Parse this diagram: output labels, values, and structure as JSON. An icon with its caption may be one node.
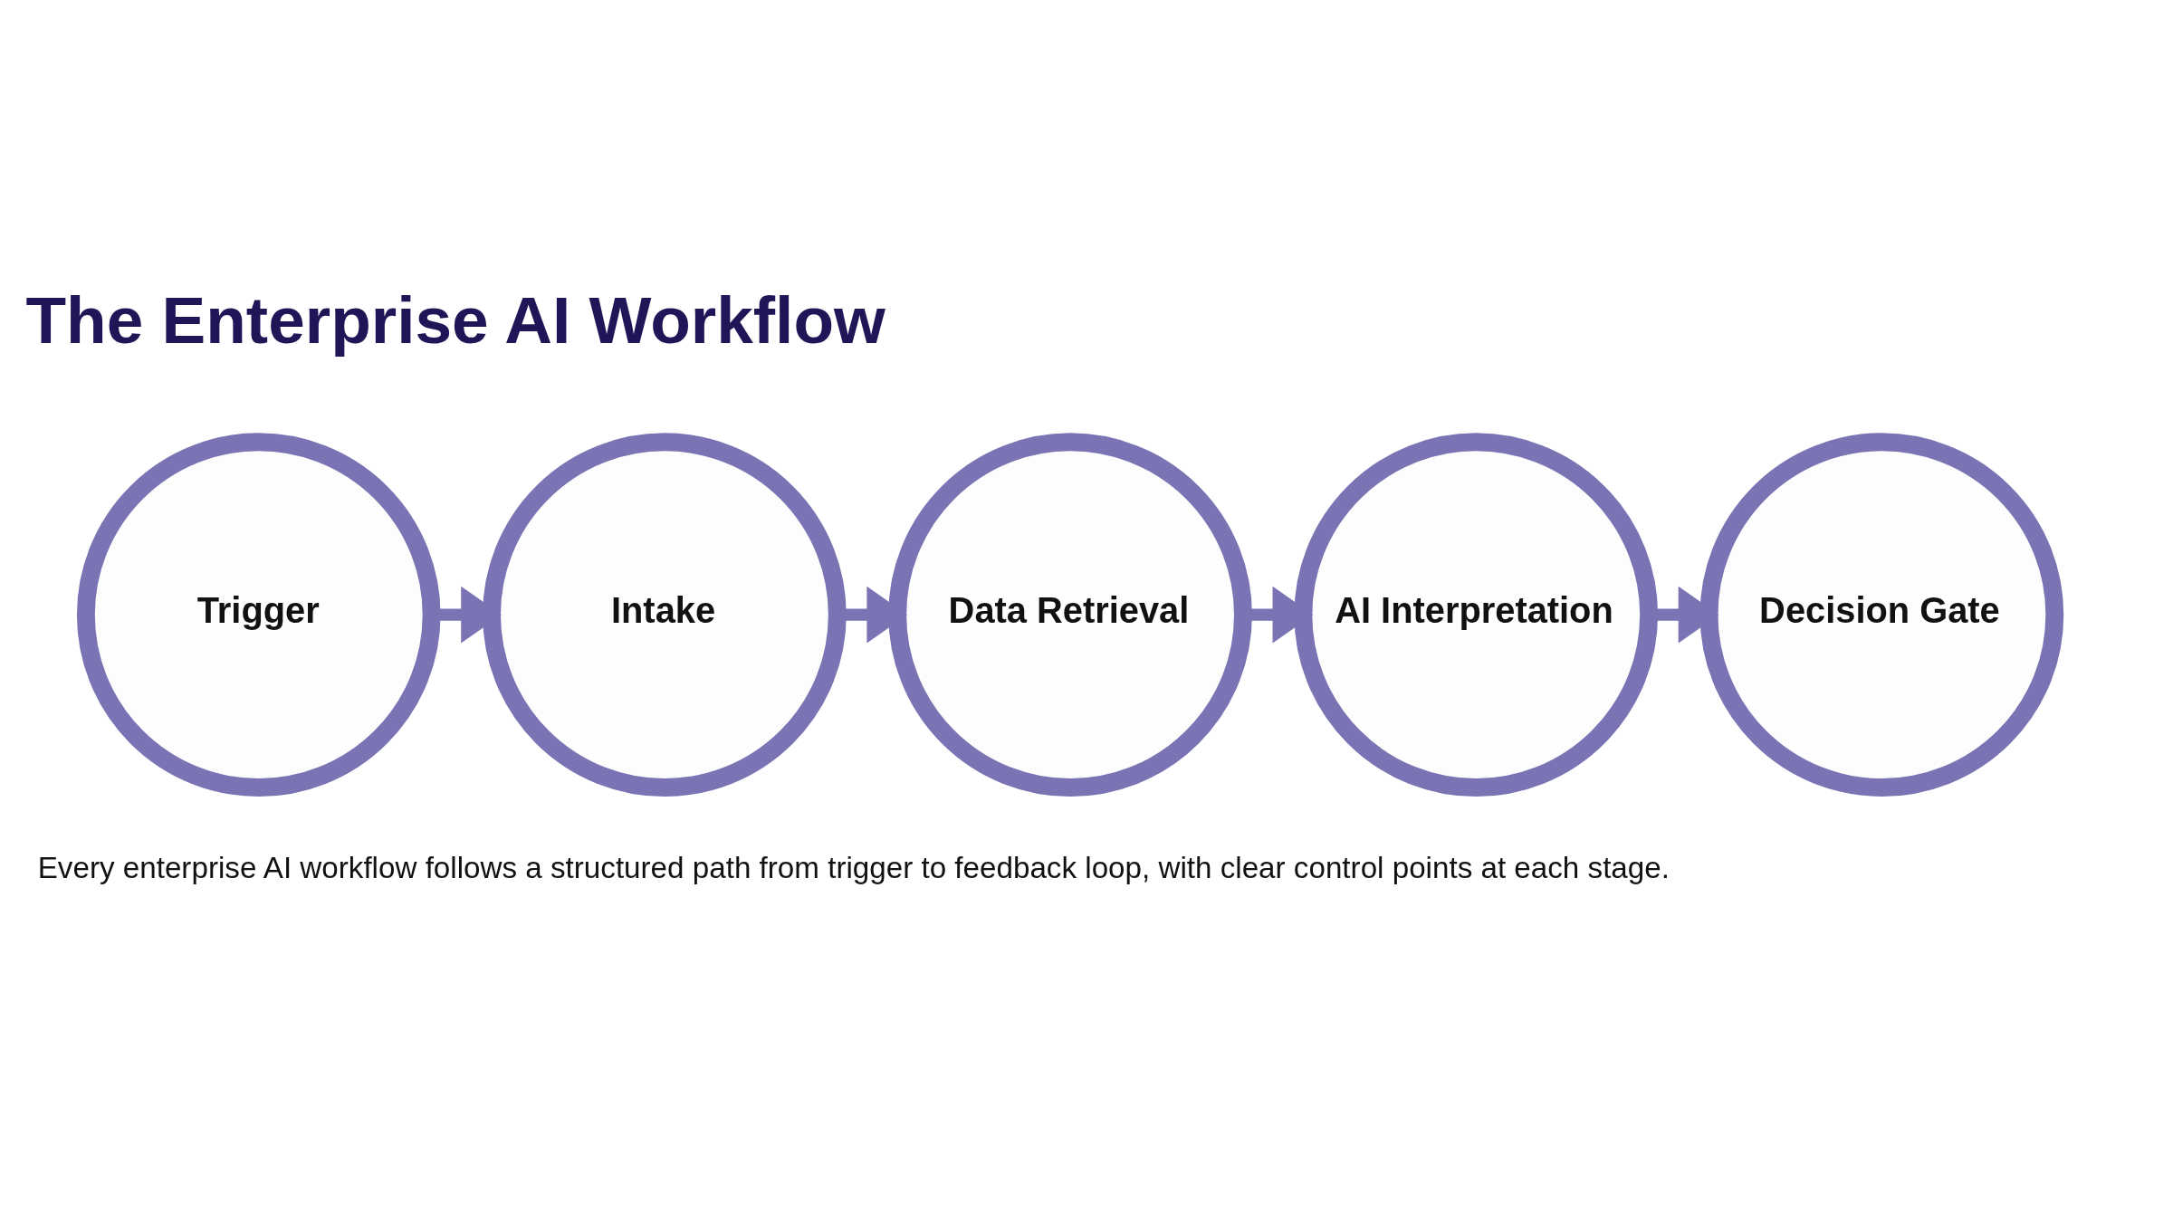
{
  "diagram": {
    "title": "The Enterprise AI Workflow",
    "caption": "Every enterprise AI workflow follows a structured path from trigger to feedback loop, with clear control points at each stage.",
    "nodes": [
      {
        "text": [
          "Trigger"
        ]
      },
      {
        "text": [
          "Intake"
        ]
      },
      {
        "text": [
          "Data Retrieval"
        ]
      },
      {
        "text": [
          "AI Interpretation"
        ]
      },
      {
        "text": [
          "Decision Gate"
        ]
      }
    ],
    "edges": [
      {
        "from": 0,
        "to": 1,
        "arrow": "to"
      },
      {
        "from": 1,
        "to": 2,
        "arrow": "to"
      },
      {
        "from": 2,
        "to": 3,
        "arrow": "to"
      },
      {
        "from": 3,
        "to": 4,
        "arrow": "to"
      }
    ]
  }
}
